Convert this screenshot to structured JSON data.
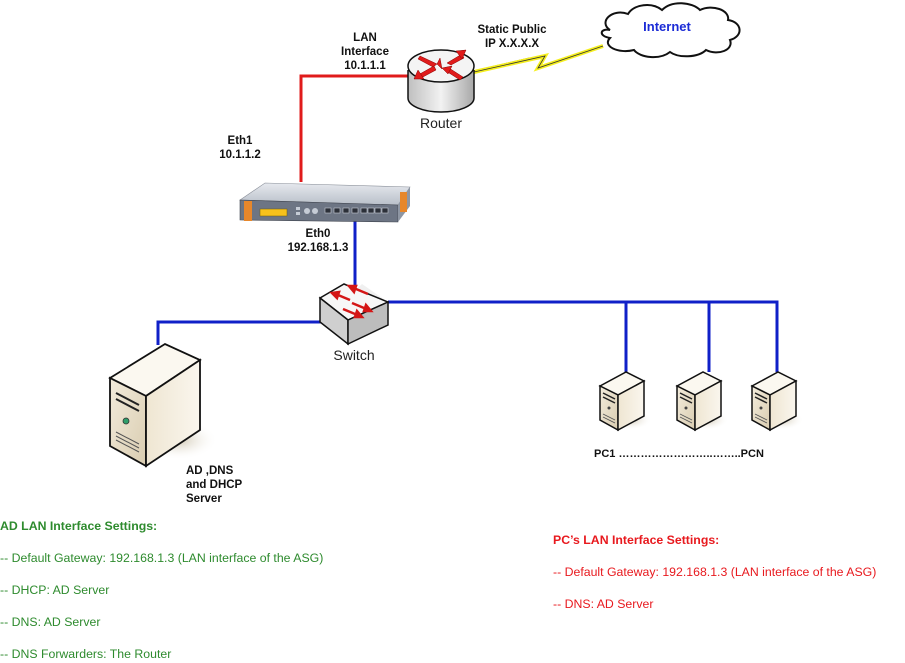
{
  "diagram": {
    "nodes": {
      "internet": {
        "label": "Internet",
        "icon": "cloud-icon"
      },
      "router": {
        "label": "Router",
        "icon": "router-icon",
        "lan_interface": [
          "LAN",
          "Interface",
          "10.1.1.1"
        ],
        "wan_label": [
          "Static Public",
          "IP X.X.X.X"
        ]
      },
      "firewall": {
        "icon": "rack-appliance-icon",
        "eth1": [
          "Eth1",
          "10.1.1.2"
        ],
        "eth0": [
          "Eth0",
          "192.168.1.3"
        ]
      },
      "switch": {
        "label": "Switch",
        "icon": "switch-icon"
      },
      "ad_server": {
        "label": [
          "AD ,DNS",
          "and DHCP",
          "Server"
        ],
        "icon": "server-tower-icon"
      },
      "pcs": {
        "label": "PC1 ……………………..……..PCN",
        "count_shown": 3,
        "icon": "pc-tower-icon"
      }
    },
    "links": [
      {
        "from": "router",
        "to": "internet",
        "type": "wan-lightning",
        "color": "#f5ef1e"
      },
      {
        "from": "router",
        "to": "firewall",
        "type": "lan",
        "color": "#e01b1b"
      },
      {
        "from": "firewall",
        "to": "switch",
        "type": "lan",
        "color": "#1020c8"
      },
      {
        "from": "switch",
        "to": "ad_server",
        "type": "lan",
        "color": "#1020c8"
      },
      {
        "from": "switch",
        "to": "pcs",
        "type": "lan",
        "color": "#1020c8"
      }
    ]
  },
  "ad_settings": {
    "title": "AD LAN Interface Settings:",
    "color": "#2e8b2e",
    "lines": [
      "-- Default Gateway: 192.168.1.3 (LAN interface of the ASG)",
      "-- DHCP: AD Server",
      "-- DNS: AD Server",
      "-- DNS Forwarders: The Router"
    ]
  },
  "pc_settings": {
    "title": "PC’s LAN Interface Settings:",
    "color": "#e8191e",
    "lines": [
      "-- Default Gateway: 192.168.1.3 (LAN interface of the ASG)",
      "-- DNS: AD Server"
    ]
  }
}
